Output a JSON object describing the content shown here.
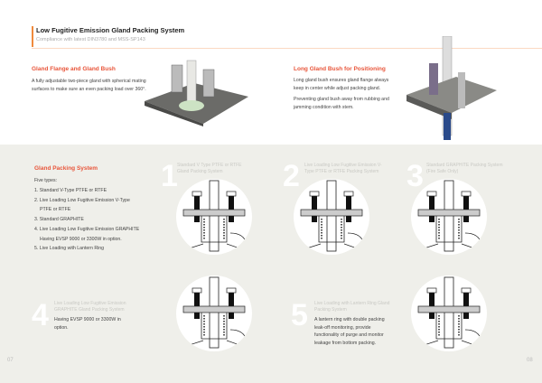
{
  "header": {
    "title": "Low Fugitive Emission Gland Packing System",
    "subtitle": "Compliance with latest DIN3780 and MSS-SP143"
  },
  "gland_flange": {
    "heading": "Gland Flange and Gland Bush",
    "text": "A fully adjustable two-piece gland with spherical mating surfaces to make sure an even packing load over 360°."
  },
  "long_bush": {
    "heading": "Long Gland Bush for Positioning",
    "paragraphs": [
      "Long gland bush ensures gland flange always keep in center while adjust packing gland.",
      "Preventing gland bush away from rubbing and jamming condition with stem."
    ]
  },
  "packing": {
    "heading": "Gland Packing System",
    "intro": "Five types:",
    "items": [
      "1. Standard V-Type PTFE or RTFE",
      "2. Live Loading Low Fugitive Emission V-Type",
      "PTFE or RTFE",
      "3. Standard GRAPHITE",
      "4. Live Loading Low Fugitive Emission GRAPHITE",
      "Having EVSP 9000 or 3300W in option.",
      "5. Live Loading with Lantern Ring"
    ]
  },
  "systems": [
    {
      "number": "1",
      "label": "Standard V Type PTFE or RTFE Gland Packing System"
    },
    {
      "number": "2",
      "label": "Live Loading Low Fugitive Emission V-Type PTFE or RTFE Packing System"
    },
    {
      "number": "3",
      "label": "Standard GRAPHITE Packing System (Fire Safe Only)"
    },
    {
      "number": "4",
      "label": "Live Loading Low Fugitive Emission GRAPHITE Gland Packing System",
      "text": "Having EVSP 9000 or 3300W in option."
    },
    {
      "number": "5",
      "label": "Live Loading with Lantern Ring Gland Packing System",
      "text": "A lantern ring with double packing leak-off monitoring, provide functionality of purge and monitor leakage from bottom packing."
    }
  ],
  "pages": {
    "left": "07",
    "right": "08"
  }
}
